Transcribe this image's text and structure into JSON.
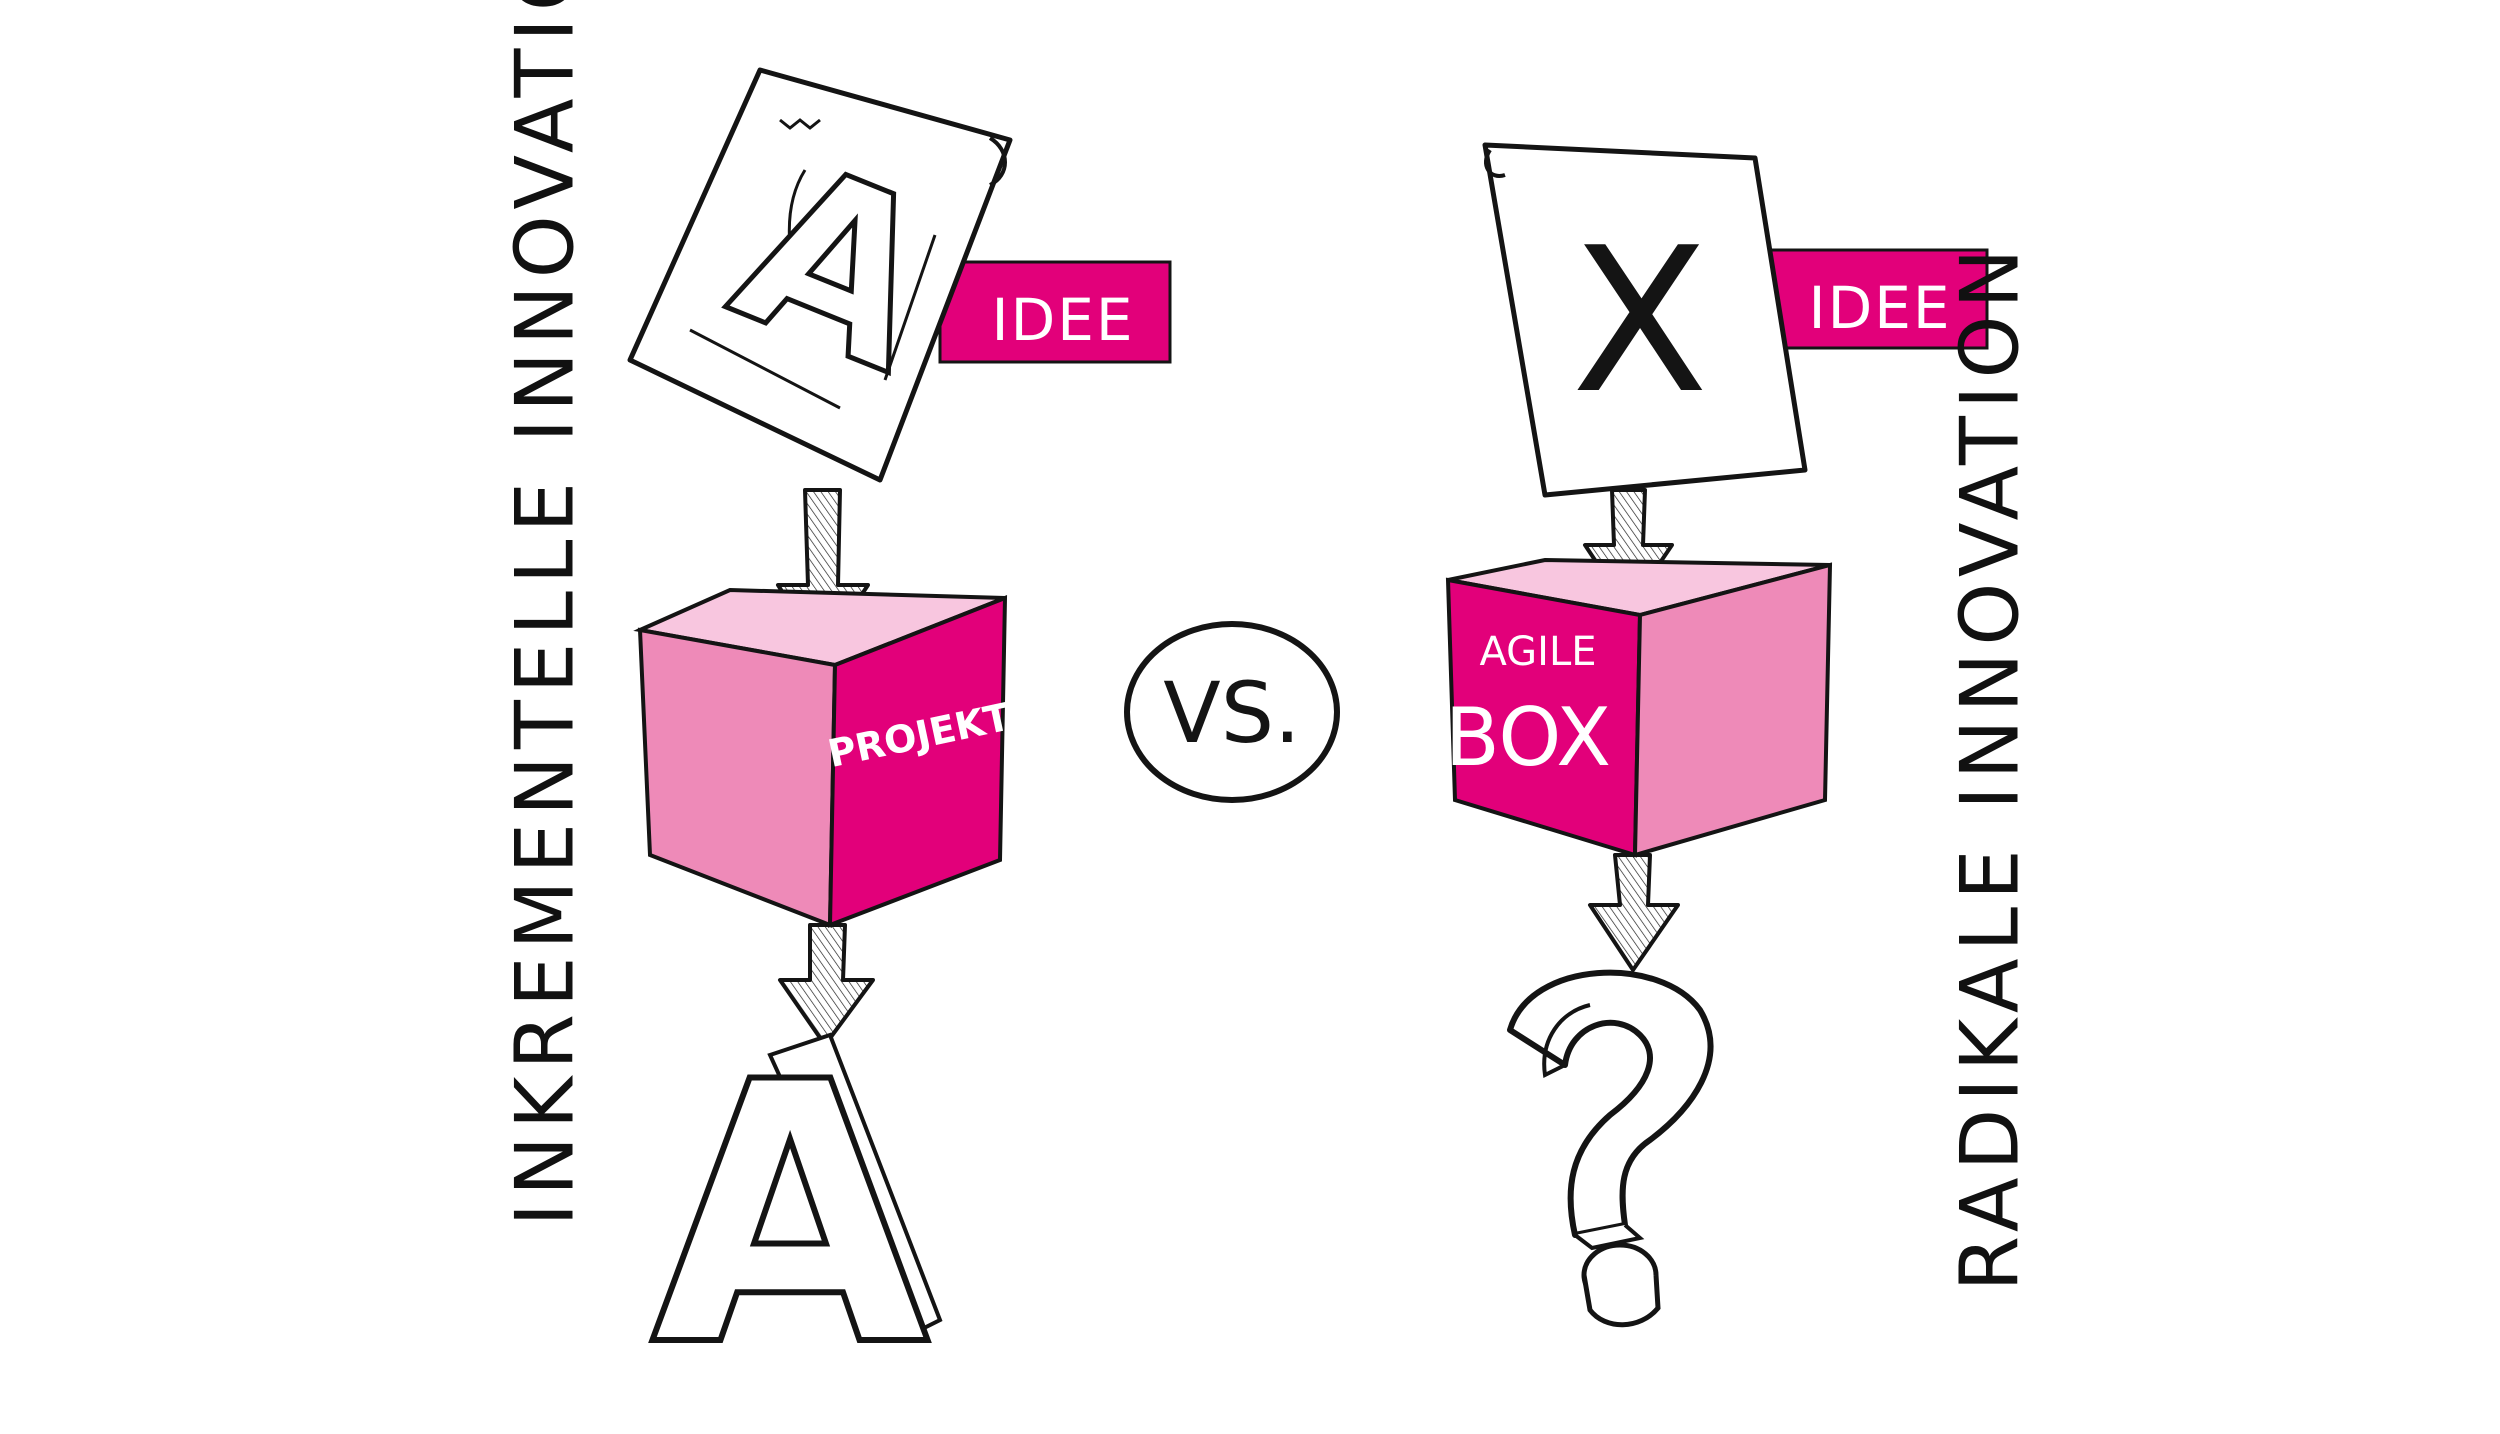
{
  "labels": {
    "left_vertical": "INKREMENTELLE INNOVATION",
    "right_vertical": "RADIKALE INNOVATION",
    "vs": "VS.",
    "left_idea_tag": "IDEE",
    "right_idea_tag": "IDEE",
    "left_box": "PROJEKT",
    "right_box_line1": "AGILE",
    "right_box_line2": "BOX",
    "left_paper_letter": "A",
    "right_paper_letter": "X"
  },
  "colors": {
    "magenta": "#e2007a",
    "pink_mid": "#ee8ab8",
    "pink_light": "#f8c6df",
    "ink": "#141414"
  }
}
